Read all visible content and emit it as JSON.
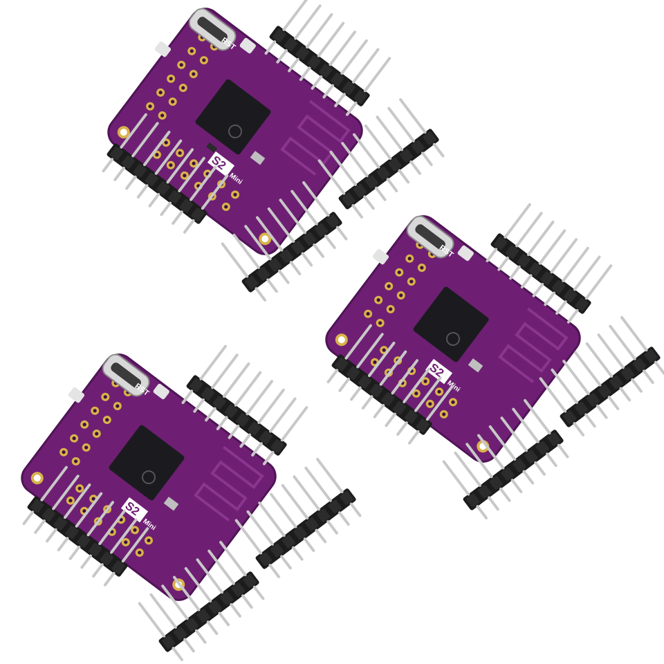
{
  "scene": {
    "background": "#ffffff",
    "board_color": "#6e1f73",
    "board_edge_color": "#4f1456",
    "pad_color": "#d9b24a",
    "chip_color": "#1b1b1f",
    "header_plastic_color": "#1c1c1c",
    "pin_color": "#c9c9c9"
  },
  "boards": [
    {
      "model": "S2",
      "model_suffix": "Mini",
      "reset_label": "RST",
      "chip_icon": "espressif-logo-icon"
    },
    {
      "model": "S2",
      "model_suffix": "Mini",
      "reset_label": "RST",
      "chip_icon": "espressif-logo-icon"
    },
    {
      "model": "S2",
      "model_suffix": "Mini",
      "reset_label": "RST",
      "chip_icon": "espressif-logo-icon"
    }
  ],
  "pin_headers": {
    "count": 12,
    "pins_per_header": 8
  }
}
